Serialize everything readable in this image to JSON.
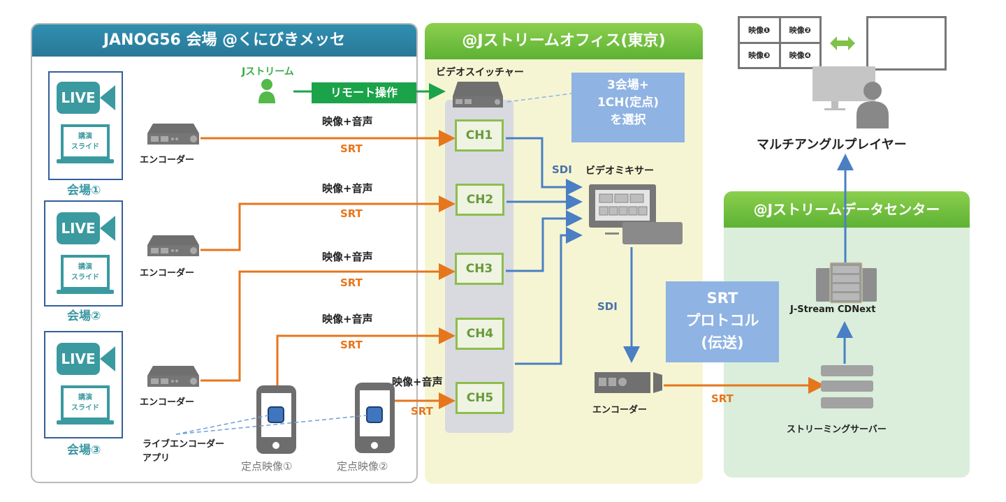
{
  "venue_panel": {
    "title": "JANOG56 会場 @くにびきメッセ",
    "venues": [
      {
        "live": "LIVE",
        "slide_line1": "講演",
        "slide_line2": "スライド",
        "label": "会場①"
      },
      {
        "live": "LIVE",
        "slide_line1": "講演",
        "slide_line2": "スライド",
        "label": "会場②"
      },
      {
        "live": "LIVE",
        "slide_line1": "講演",
        "slide_line2": "スライド",
        "label": "会場③"
      }
    ],
    "encoder_label": "エンコーダー",
    "operator_label": "Jストリーム",
    "remote_label": "リモート操作",
    "app_label_line1": "ライブエンコーダー",
    "app_label_line2": "アプリ",
    "fixed_cam_1": "定点映像①",
    "fixed_cam_2": "定点映像②"
  },
  "links": {
    "av_label": "映像+音声",
    "srt_label": "SRT",
    "sdi_label": "SDI"
  },
  "office_panel": {
    "title": "@Jストリームオフィス(東京)",
    "switcher_label": "ビデオスイッチャー",
    "channels": [
      "CH1",
      "CH2",
      "CH3",
      "CH4",
      "CH5"
    ],
    "select_note": [
      "3会場+",
      "1CH(定点)",
      "を選択"
    ],
    "mixer_label": "ビデオミキサー",
    "encoder_label": "エンコーダー"
  },
  "protocol_note": [
    "SRT",
    "プロトコル",
    "(伝送)"
  ],
  "datacenter_panel": {
    "title": "@Jストリームデータセンター",
    "cdn_label": "J-Stream CDNext",
    "server_label": "ストリーミングサーバー"
  },
  "player": {
    "label": "マルチアングルプレイヤー",
    "tiles": [
      "映像❶",
      "映像❷",
      "映像❸",
      "映像❹"
    ]
  }
}
